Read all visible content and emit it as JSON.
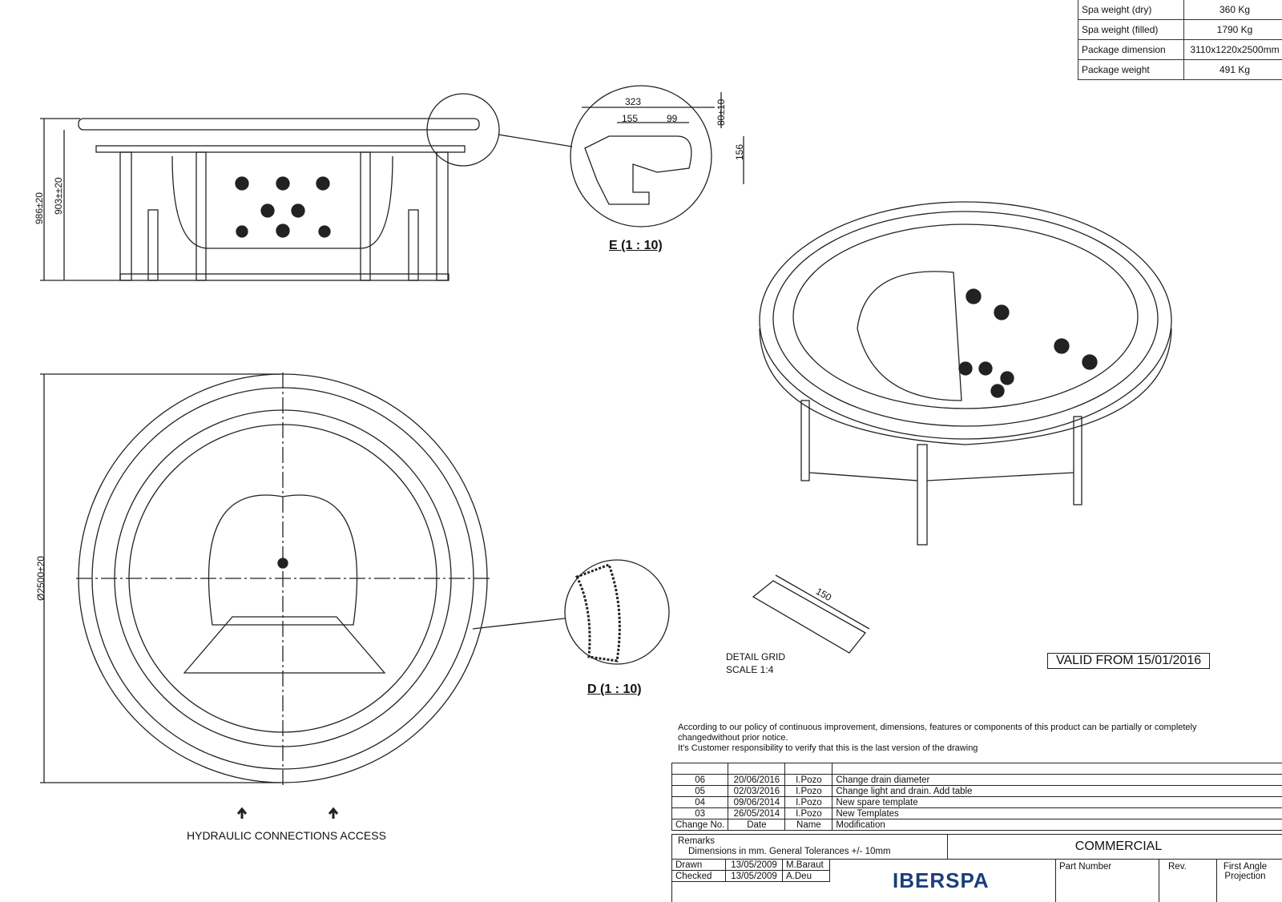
{
  "spec_table": [
    {
      "label": "Spa weight (dry)",
      "value": "360 Kg"
    },
    {
      "label": "Spa weight (filled)",
      "value": "1790 Kg"
    },
    {
      "label": "Package dimension",
      "value": "3110x1220x2500mm"
    },
    {
      "label": "Package weight",
      "value": "491 Kg"
    }
  ],
  "dimensions": {
    "height_total": "986±20",
    "height_shell": "903±±20",
    "diameter": "Ø2500±20",
    "detail_e_323": "323",
    "detail_e_155": "155",
    "detail_e_99": "99",
    "detail_e_80": "80±10",
    "detail_e_156": "156",
    "grid_150": "150"
  },
  "labels": {
    "detail_e": "E (1 : 10)",
    "detail_d": "D (1 : 10)",
    "detail_grid": "DETAIL GRID",
    "grid_scale": "SCALE 1:4",
    "valid_from": "VALID FROM 15/01/2016",
    "hydraulic": "HYDRAULIC CONNECTIONS ACCESS"
  },
  "notice": {
    "line1": "According to our policy of continuous improvement, dimensions, features or components of this product can be partially or completely changedwithout prior notice.",
    "line2": "It's Customer responsibility to verify that this is the last version of the drawing"
  },
  "revisions": [
    {
      "no": "06",
      "date": "20/06/2016",
      "name": "I.Pozo",
      "mod": "Change drain diameter"
    },
    {
      "no": "05",
      "date": "02/03/2016",
      "name": "I.Pozo",
      "mod": "Change light and drain. Add table"
    },
    {
      "no": "04",
      "date": "09/06/2014",
      "name": "I.Pozo",
      "mod": "New spare template"
    },
    {
      "no": "03",
      "date": "26/05/2014",
      "name": "I.Pozo",
      "mod": "New Templates"
    }
  ],
  "rev_headers": {
    "no": "Change No.",
    "date": "Date",
    "name": "Name",
    "mod": "Modification"
  },
  "title_block": {
    "remarks_label": "Remarks",
    "remarks": "Dimensions in mm. General Tolerances +/- 10mm",
    "category": "COMMERCIAL",
    "drawn_label": "Drawn",
    "drawn_date": "13/05/2009",
    "drawn_by": "M.Baraut",
    "checked_label": "Checked",
    "checked_date": "13/05/2009",
    "checked_by": "A.Deu",
    "logo": "IBERSPA",
    "part_number_label": "Part Number",
    "rev_label": "Rev.",
    "projection": "First Angle Projection"
  }
}
